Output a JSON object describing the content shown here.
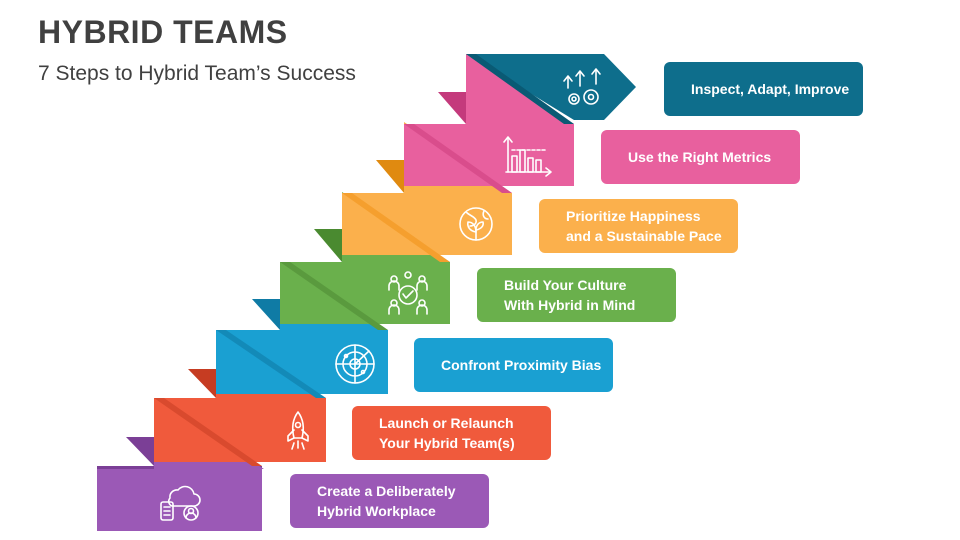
{
  "header": {
    "title": "HYBRID TEAMS",
    "subtitle": "7 Steps to Hybrid Team’s Success"
  },
  "steps": [
    {
      "label": "Create a Deliberately\nHybrid Workplace",
      "color": "#9b59b6",
      "icon": "cloud-network-icon"
    },
    {
      "label": "Launch or Relaunch\nYour Hybrid Team(s)",
      "color": "#f05a3c",
      "icon": "rocket-icon"
    },
    {
      "label": "Confront Proximity Bias",
      "color": "#1aa0d2",
      "icon": "radar-icon"
    },
    {
      "label": "Build Your Culture\nWith Hybrid in Mind",
      "color": "#6ab04c",
      "icon": "team-culture-icon"
    },
    {
      "label": "Prioritize Happiness\nand a Sustainable Pace",
      "color": "#fbb04c",
      "icon": "globe-leaf-icon"
    },
    {
      "label": "Use the Right Metrics",
      "color": "#e8609e",
      "icon": "bar-chart-icon"
    },
    {
      "label": "Inspect, Adapt, Improve",
      "color": "#0e6e8c",
      "icon": "gears-arrows-icon"
    }
  ]
}
